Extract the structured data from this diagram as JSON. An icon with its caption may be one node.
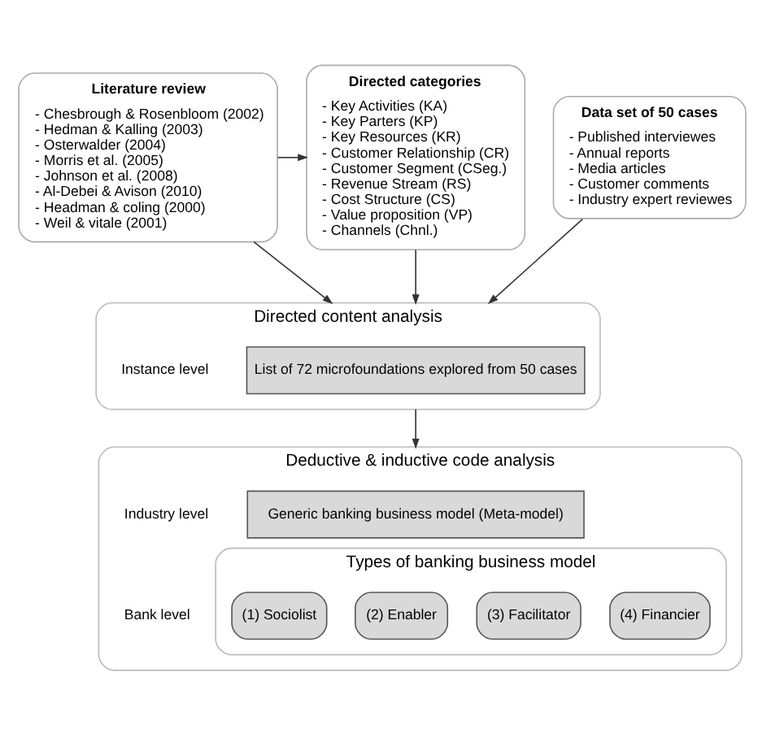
{
  "diagram": {
    "nodes": [
      {
        "text": [
          "Literature review",
          "- Chesbrough & Rosenbloom (2002)",
          "- Hedman & Kalling (2003)",
          "- Osterwalder (2004)",
          "- Morris et al. (2005)",
          "- Johnson et al. (2008)",
          "- Al-Debei & Avison (2010)",
          "- Headman & coling (2000)",
          "- Weil & vitale (2001)"
        ]
      },
      {
        "text": [
          "Directed categories",
          "- Key Activities (KA)",
          "- Key Parters (KP)",
          "- Key Resources (KR)",
          "- Customer Relationship (CR)",
          "- Customer Segment (CSeg.)",
          "- Revenue Stream (RS)",
          "- Cost Structure (CS)",
          "- Value proposition (VP)",
          "- Channels (Chnl.)"
        ]
      },
      {
        "text": [
          "Data set of 50 cases",
          "- Published interviewes",
          "- Annual reports",
          "- Media articles",
          "- Customer comments",
          "- Industry expert reviewes"
        ]
      },
      {
        "text": [
          "Directed content analysis"
        ]
      },
      {
        "text": [
          "List of 72 microfoundations explored from 50 cases"
        ],
        "in": 3,
        "beside": [
          "Instance level"
        ]
      },
      {
        "text": [
          "Deductive & inductive code analysis"
        ]
      },
      {
        "text": [
          "Generic banking business model (Meta-model)"
        ],
        "in": 5,
        "beside": [
          "Industry level"
        ]
      },
      {
        "text": [
          "Types of banking business model"
        ],
        "in": 5,
        "beside": [
          "Bank level"
        ]
      },
      {
        "text": [
          "(1) Sociolist"
        ],
        "in": 7
      },
      {
        "text": [
          "(2) Enabler"
        ],
        "in": 7
      },
      {
        "text": [
          "(3) Facilitator"
        ],
        "in": 7
      },
      {
        "text": [
          "(4) Financier"
        ],
        "in": 7
      }
    ],
    "edges": [
      {
        "from": 0,
        "to": 1,
        "arrow": "to"
      },
      {
        "from": 0,
        "to": 3,
        "arrow": "to"
      },
      {
        "from": 1,
        "to": 3,
        "arrow": "to"
      },
      {
        "from": 2,
        "to": 3,
        "arrow": "to"
      },
      {
        "from": 3,
        "to": 5,
        "arrow": "to"
      }
    ]
  }
}
